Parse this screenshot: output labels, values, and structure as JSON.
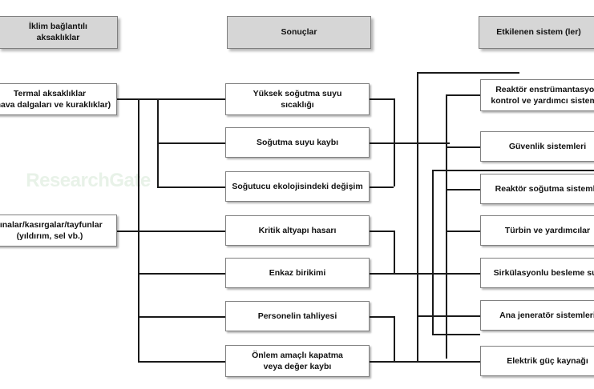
{
  "diagram": {
    "title_columns": [
      {
        "id": "col-climate",
        "label": "İklim bağlantılı\naksaklıklar"
      },
      {
        "id": "col-consequences",
        "label": "Sonuçlar"
      },
      {
        "id": "col-systems",
        "label": "Etkilenen sistem (ler)"
      }
    ],
    "left_nodes": [
      {
        "id": "left-thermal",
        "line1": "Termal aksaklıklar",
        "line2": "k hava dalgaları ve kuraklıklar)"
      },
      {
        "id": "left-storms",
        "line1": "tınalar/kasırgalar/tayfunlar",
        "line2": "(yıldırım, sel vb.)"
      }
    ],
    "middle_nodes": [
      {
        "id": "mid-high-cooling-temp",
        "line1": "Yüksek soğutma suyu",
        "line2": "sıcaklığı"
      },
      {
        "id": "mid-cooling-water-loss",
        "line1": "Soğutma suyu kaybı",
        "line2": ""
      },
      {
        "id": "mid-coolant-ecology",
        "line1": "Soğutucu ekolojisindeki değişim",
        "line2": ""
      },
      {
        "id": "mid-critical-infra",
        "line1": "Kritik altyapı hasarı",
        "line2": ""
      },
      {
        "id": "mid-debris",
        "line1": "Enkaz birikimi",
        "line2": ""
      },
      {
        "id": "mid-personnel-evac",
        "line1": "Personelin tahliyesi",
        "line2": ""
      },
      {
        "id": "mid-precautionary-shutdown",
        "line1": "Önlem amaçlı kapatma",
        "line2": "veya değer kaybı"
      }
    ],
    "right_nodes": [
      {
        "id": "right-reactor-instrumentation",
        "line1": "Reaktör enstrümantasyon",
        "line2": "kontrol ve yardımcı sistemle"
      },
      {
        "id": "right-safety-systems",
        "line1": "Güvenlik sistemleri",
        "line2": ""
      },
      {
        "id": "right-reactor-cooling",
        "line1": "Reaktör soğutma sistemle",
        "line2": ""
      },
      {
        "id": "right-turbine",
        "line1": "Türbin ve yardımcılar",
        "line2": ""
      },
      {
        "id": "right-circulating-feedwater",
        "line1": "Sirkülasyonlu besleme suy",
        "line2": ""
      },
      {
        "id": "right-main-generator",
        "line1": "Ana jeneratör sistemleri",
        "line2": ""
      },
      {
        "id": "right-electric-power",
        "line1": "Elektrik güç kaynağı",
        "line2": ""
      }
    ],
    "watermark": "ResearchGate",
    "colors": {
      "header_fill": "#d6d6d6",
      "header_border": "#7f7f7f",
      "node_fill": "#ffffff",
      "node_border": "#808080",
      "connector": "#1a1a1a",
      "text": "#111111",
      "watermark": "#e8f2e8"
    }
  }
}
